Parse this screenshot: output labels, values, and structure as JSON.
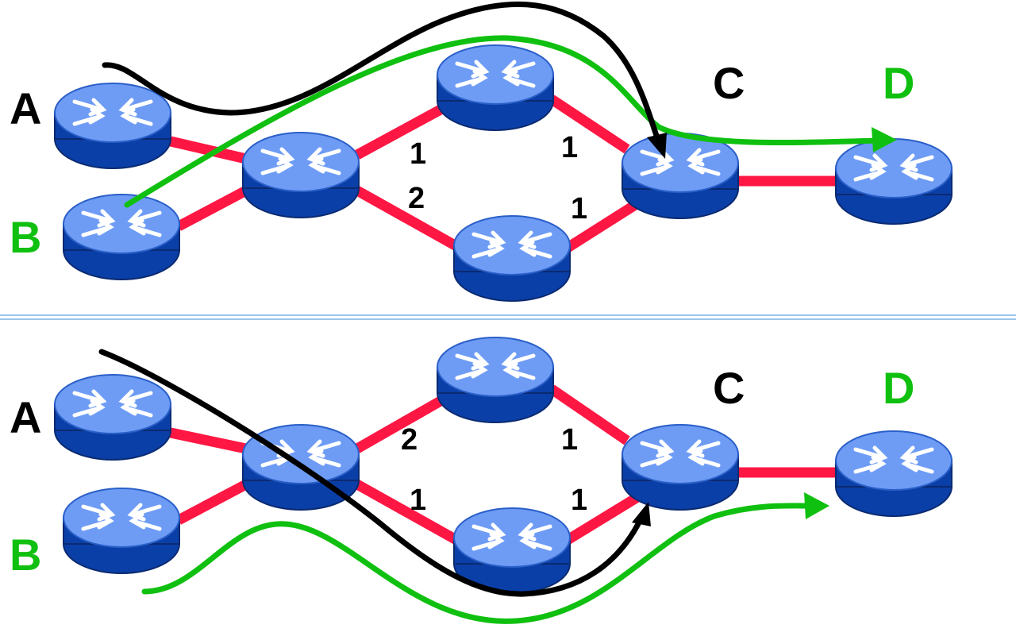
{
  "colors": {
    "link": "#ff1744",
    "router_top": "#6e9cf5",
    "router_side": "#0b3fa8",
    "router_glyph": "#ffffff",
    "path_a": "#000000",
    "path_b": "#10c010",
    "label_dark": "#000000",
    "label_green": "#10c010",
    "divider": "#9cc4ea"
  },
  "icons": {
    "router": "router-icon"
  },
  "panels": [
    {
      "labels": {
        "a": "A",
        "b": "B",
        "c": "C",
        "d": "D"
      },
      "metrics": {
        "upper_left": "1",
        "upper_right": "1",
        "lower_left": "2",
        "lower_right": "1"
      }
    },
    {
      "labels": {
        "a": "A",
        "b": "B",
        "c": "C",
        "d": "D"
      },
      "metrics": {
        "upper_left": "2",
        "upper_right": "1",
        "lower_left": "1",
        "lower_right": "1"
      }
    }
  ]
}
